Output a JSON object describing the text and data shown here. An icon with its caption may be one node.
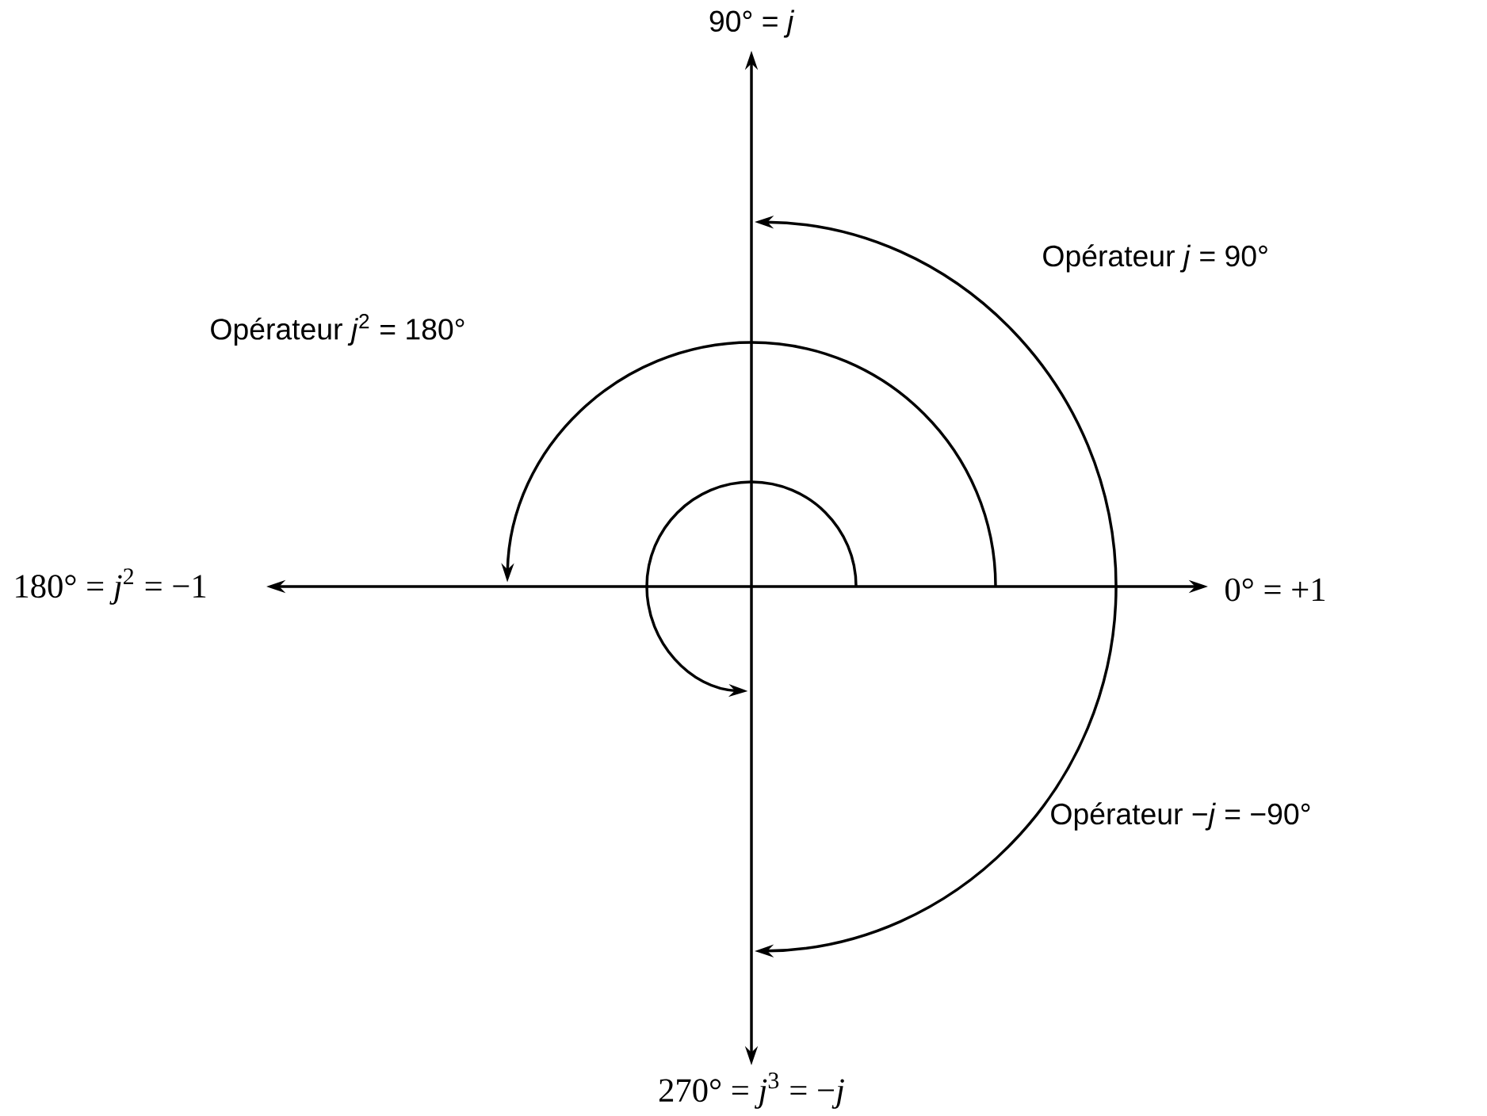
{
  "diagram": {
    "labels": [
      "90° = *j*",
      "Opérateur *j* = 90°",
      "Opérateur *j*$^{2}$ = 180°",
      "180° = *j*$^{2}$ = −1",
      "0° = +1",
      "Opérateur −*j* = −90°",
      "270° = *j*$^{3}$ = −*j*"
    ]
  }
}
